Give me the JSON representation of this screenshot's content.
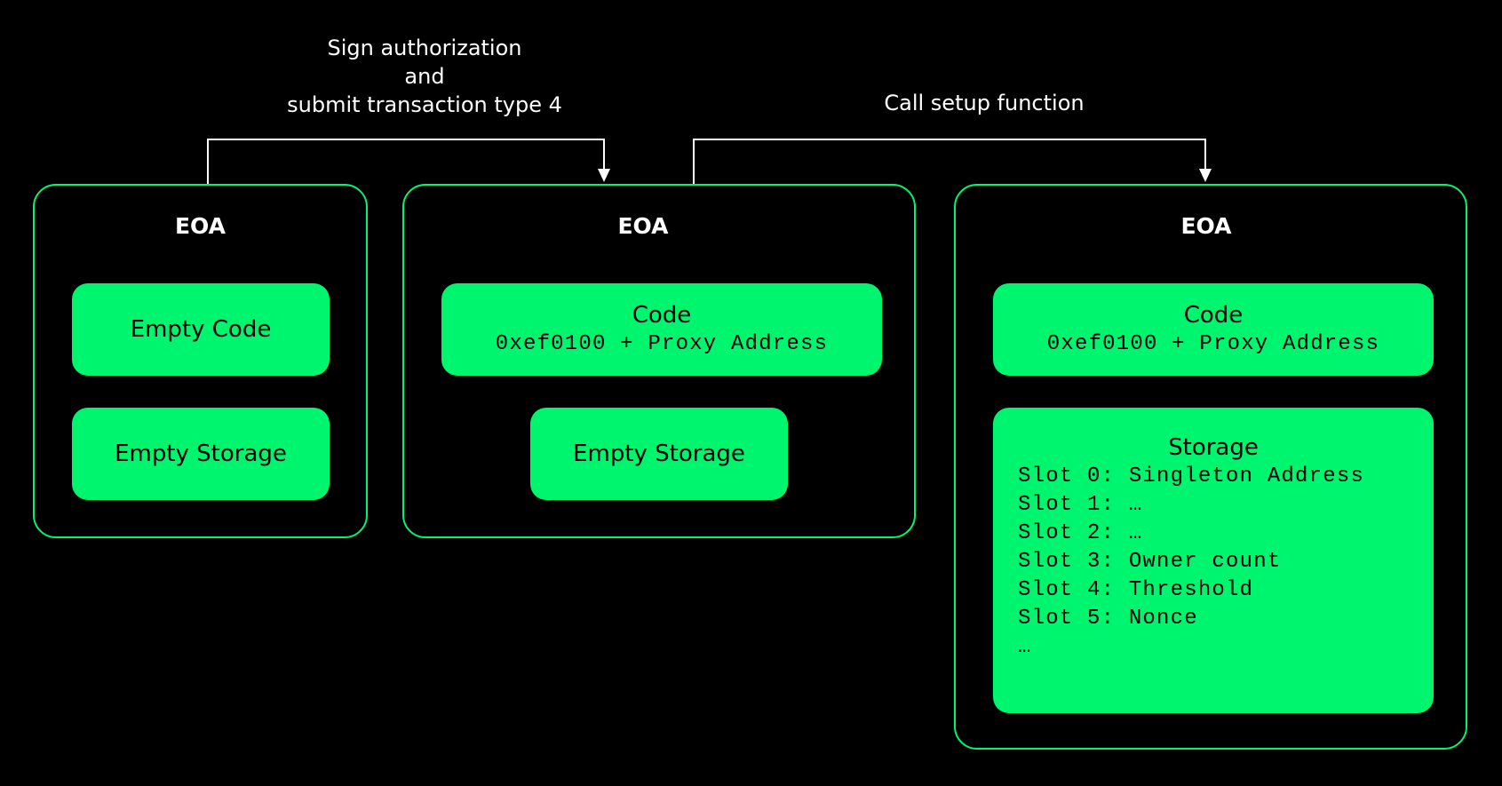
{
  "arrows": [
    {
      "label_lines": [
        "Sign authorization",
        "and",
        "submit transaction type 4"
      ]
    },
    {
      "label_lines": [
        "Call setup function"
      ]
    }
  ],
  "panels": [
    {
      "title": "EOA",
      "code_label": "Empty Code",
      "storage_label": "Empty Storage"
    },
    {
      "title": "EOA",
      "code_label": "Code",
      "code_value": "0xef0100 + Proxy Address",
      "storage_label": "Empty Storage"
    },
    {
      "title": "EOA",
      "code_label": "Code",
      "code_value": "0xef0100 + Proxy Address",
      "storage_label": "Storage",
      "slots": [
        "Slot 0: Singleton Address",
        "Slot 1: …",
        "Slot 2: …",
        "Slot 3: Owner count",
        "Slot 4: Threshold",
        "Slot 5: Nonce",
        "…"
      ]
    }
  ],
  "colors": {
    "accent": "#00f56e",
    "background": "#000000",
    "text": "#ffffff",
    "box_text": "#000000"
  }
}
